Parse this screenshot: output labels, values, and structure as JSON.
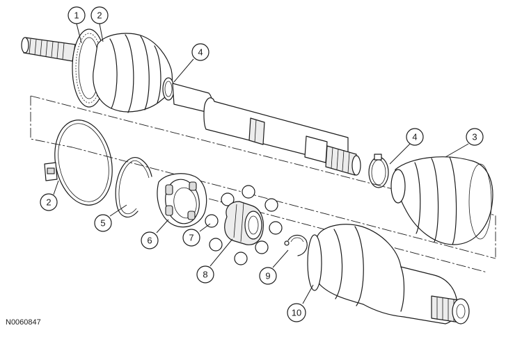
{
  "figure": {
    "reference_code": "N0060847",
    "callouts": [
      {
        "id": "c1",
        "label": "1"
      },
      {
        "id": "c2a",
        "label": "2"
      },
      {
        "id": "c4a",
        "label": "4"
      },
      {
        "id": "c4b",
        "label": "4"
      },
      {
        "id": "c3",
        "label": "3"
      },
      {
        "id": "c2b",
        "label": "2"
      },
      {
        "id": "c5",
        "label": "5"
      },
      {
        "id": "c6",
        "label": "6"
      },
      {
        "id": "c7",
        "label": "7"
      },
      {
        "id": "c8",
        "label": "8"
      },
      {
        "id": "c9",
        "label": "9"
      },
      {
        "id": "c10",
        "label": "10"
      }
    ]
  }
}
